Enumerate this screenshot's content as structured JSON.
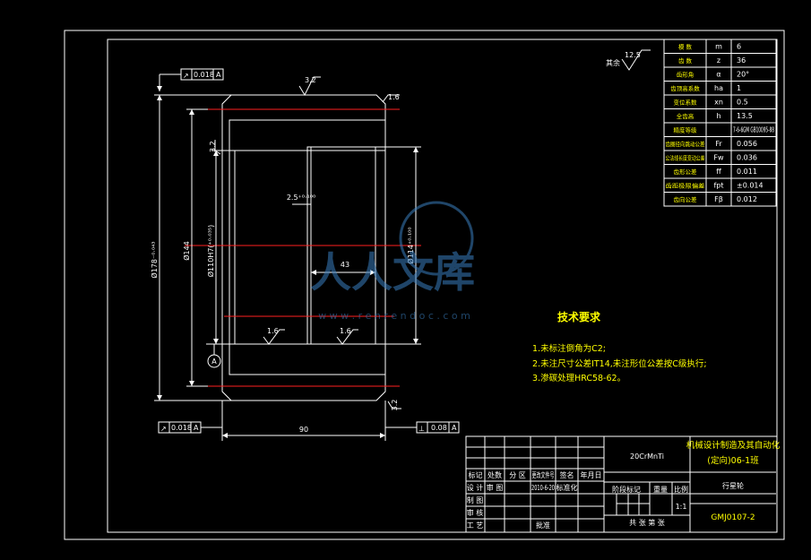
{
  "gear_params": [
    {
      "name": "模 数",
      "symbol": "m",
      "value": "6"
    },
    {
      "name": "齿 数",
      "symbol": "z",
      "value": "36"
    },
    {
      "name": "齿形角",
      "symbol": "α",
      "value": "20°"
    },
    {
      "name": "齿顶高系数",
      "symbol": "ha",
      "value": "1"
    },
    {
      "name": "变位系数",
      "symbol": "xn",
      "value": "0.5"
    },
    {
      "name": "全齿高",
      "symbol": "h",
      "value": "13.5"
    },
    {
      "name": "精度等级",
      "symbol": "",
      "value": "7-6-6GM GB10095-88"
    },
    {
      "name": "齿圈径向跳动公差",
      "symbol": "Fr",
      "value": "0.056"
    },
    {
      "name": "公法线长度变动公差",
      "symbol": "Fw",
      "value": "0.036"
    },
    {
      "name": "齿形公差",
      "symbol": "ff",
      "value": "0.011"
    },
    {
      "name": "齿距极限偏差",
      "symbol": "fpt",
      "value": "±0.014"
    },
    {
      "name": "齿向公差",
      "symbol": "Fβ",
      "value": "0.012"
    }
  ],
  "roughness_note": {
    "prefix": "其余",
    "value": "12.5"
  },
  "tech_requirements": {
    "title": "技术要求",
    "items": [
      "1.未标注倒角为C2;",
      "2.未注尺寸公差IT14,未注形位公差按C级执行;",
      "3.渗碳处理HRC58-62。"
    ]
  },
  "dimensions": {
    "dia_outer": "Ø178⁻⁰·⁰⁴³",
    "dia_144": "Ø144",
    "dia_bore": "Ø110H7(⁺⁰·⁰³⁵)",
    "dia_114": "Ø114⁺⁰·¹⁰⁰",
    "width": "90",
    "groove_w": "43",
    "groove_d": "2.5⁺⁰·¹⁰⁰",
    "rough_top": "3.2",
    "rough_left": "3.2",
    "rough_right": "1.6",
    "rough_b1": "1.6",
    "rough_b2": "1.6",
    "rough_br": "3.2"
  },
  "tolerance_frames": [
    {
      "sym": "↗",
      "val": "0.018",
      "ref": "A"
    },
    {
      "sym": "↗",
      "val": "0.018",
      "ref": "A"
    },
    {
      "sym": "⊥",
      "val": "0.08",
      "ref": "A"
    }
  ],
  "datum_label": "A",
  "title_block": {
    "material": "20CrMnTi",
    "school_line1": "机械设计制造及其自动化",
    "school_line2": "(定向)06-1班",
    "part_name": "行星轮",
    "drawing_no": "GMJ0107-2",
    "scale": "1:1",
    "rev_headers": [
      "标记",
      "处数",
      "分 区",
      "更改文件号",
      "签名",
      "年月日"
    ],
    "row_labels": [
      "设 计",
      "制 图",
      "审 核",
      "工 艺"
    ],
    "row2_cols": [
      "审 图",
      "",
      "2010-6-20",
      "标准化"
    ],
    "label_approve": "批准",
    "label_stage": "阶段标记",
    "label_weight": "重量",
    "label_scale": "比例",
    "label_sheets": "共    张   第    张"
  },
  "watermark": {
    "text": "人人文库",
    "url": "w w w . r e n r e n d o c . c o m"
  }
}
